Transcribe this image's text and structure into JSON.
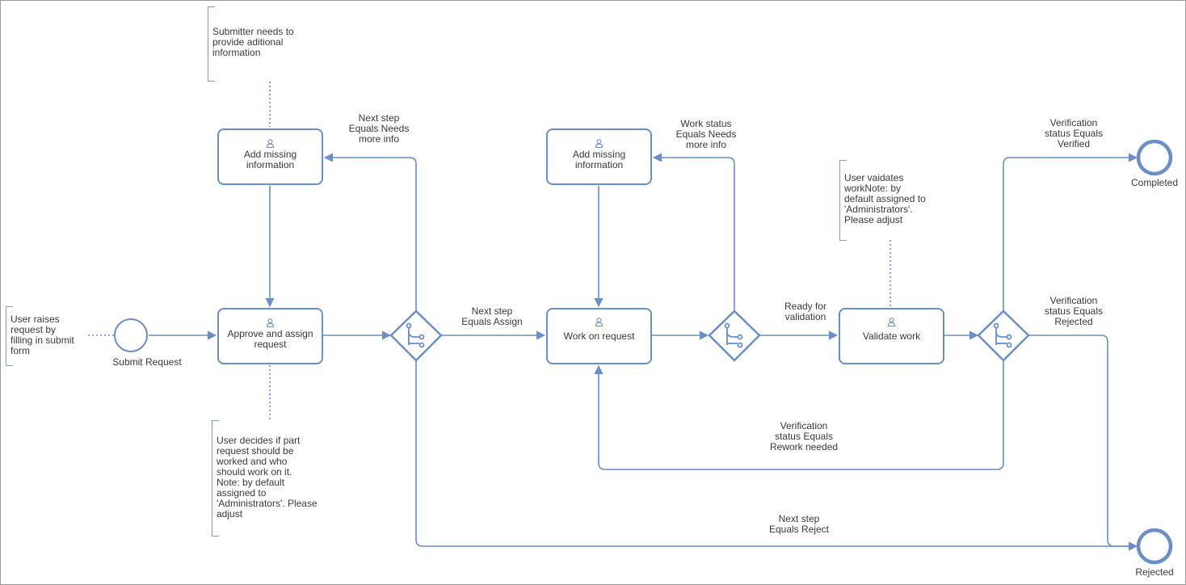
{
  "colors": {
    "stroke": "#6a8ec9",
    "text": "#3a3a3a",
    "background": "#ffffff"
  },
  "events": {
    "start_label": "Submit Request",
    "completed_label": "Completed",
    "rejected_label": "Rejected"
  },
  "tasks": {
    "add_missing_1": "Add missing\ninformation",
    "approve_assign": "Approve and assign\nrequest",
    "add_missing_2": "Add missing\ninformation",
    "work_on_request": "Work on request",
    "validate_work": "Validate work"
  },
  "conditions": {
    "needs_more_info": "Next step\nEquals Needs\nmore info",
    "equals_assign": "Next step\nEquals Assign",
    "work_needs_info": "Work status\nEquals Needs\nmore info",
    "ready_validation": "Ready for\nvalidation",
    "verified": "Verification\nstatus Equals\nVerified",
    "rejected": "Verification\nstatus Equals\nRejected",
    "rework": "Verification\nstatus Equals\nRework needed",
    "equals_reject": "Next step\nEquals Reject"
  },
  "notes": {
    "submitter": "Submitter needs to\nprovide aditional\ninformation",
    "user_raises": "User raises\nrequest by\nfilling in submit\nform",
    "user_decides": "User decides if part\nrequest should be\nworked and who\nshould work on it.\nNote: by default\nassigned to\n'Administrators'. Please\nadjust",
    "user_validates": "User vaidates\nworkNote: by\ndefault assigned to\n'Administrators'.\nPlease adjust"
  },
  "icons": {
    "task": "user-icon",
    "gateway": "branch-icon"
  }
}
